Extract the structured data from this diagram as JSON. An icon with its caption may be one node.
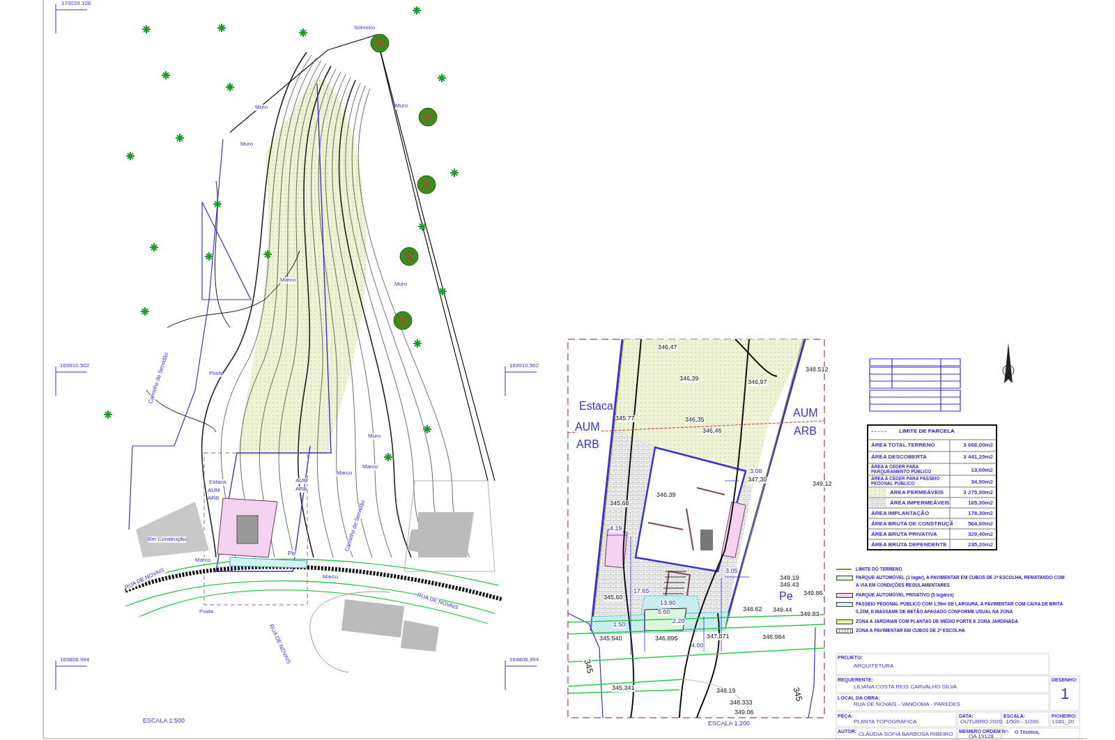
{
  "diagram": {
    "labels": [
      "Sobreiro",
      "Muro",
      "Muro",
      "Muro",
      "Marco",
      "Muro",
      "Poste",
      "Caminho de Servidão",
      "Muro",
      "Marco",
      "Marco",
      "Estaca",
      "AUM",
      "ARB",
      "AUM",
      "ARB",
      "Em Construção",
      "Marco",
      "Pe",
      "Marco",
      "Poste",
      "RUA DE NOVAIS",
      "RUA DE NOVAIS",
      "RUA DE NOVAIS",
      "Caminho de Servidão",
      "ESCALA 1:500",
      "170039.108",
      "169910.502",
      "169910.502",
      "169806.994",
      "169806.994",
      "346,47",
      "346,39",
      "346,97",
      "348.512",
      "Estaca",
      "345.77",
      "AUM",
      "AUM",
      "346,35",
      "346,46",
      "ARB",
      "ARB",
      "3.08",
      "347,30",
      "349.12",
      "346.39",
      "345,68",
      "4.19",
      "3.05",
      "349.19",
      "349.43",
      "349.86",
      "17.65",
      "345,60",
      "13.90",
      "Pe",
      "5.60",
      "2.20",
      "348.62",
      "349.44",
      "1.50",
      "349.83",
      "345.540",
      "346.895",
      "347.871",
      "4.00",
      "348.984",
      "345",
      "345",
      "345.341",
      "348.19",
      "348.333",
      "349.06",
      "ESCALA 1:200",
      "ÁREA TOTAL TERRENO",
      "3 668,00m2",
      "ÁREA DESCOBERTA",
      "3 441,20m2",
      "ÁREA A CEDER PARA PARQUEAMENTO PÚBLICO",
      "13,60m2",
      "ÁREA A CEDER PARA PASSEIO PEDONAL PÚBLICO",
      "34,90m2",
      "ÁREA PERMEÁVEIS",
      "3 275,90m2",
      "ÁREA IMPERMEÁVEIS",
      "165,30m2",
      "ÁREA IMPLANTAÇÃO",
      "178,30m2",
      "ÁREA BRUTA DE CONSTRUÇÃO",
      "564,60m2",
      "ÁREA BRUTA PRIVATIVA",
      "329,40m2",
      "ÁREA BRUTA DEPENDENTE",
      "235,20m2",
      "PROJETO:",
      "ARQUITETURA",
      "REQUERENTE:",
      "LILIANA COSTA REIS CARVALHO SILVA",
      "DESENHO:",
      "1",
      "LOCAL DA OBRA:",
      "RUA DE NOVAIS - VANDOMA - PAREDES",
      "PEÇA:",
      "PLANTA TOPOGRÁFICA",
      "DATA:",
      "OUTUBRO 2020",
      "ESCALA:",
      "1/500 - 1/200",
      "FICHEIRO:",
      "L081_20",
      "AUTOR:",
      "CLÁUDIA SOFIA BARBOSA RIBEIRO",
      "MEMBRO ORDEM Nº:",
      "OA 19128",
      "O Técnico,"
    ],
    "legend": [
      {
        "text": "LIMITE DE PARCELA"
      },
      {
        "text": "LIMITE DO TERRENO"
      },
      {
        "text": "PARQUE AUTOMÓVEL (1 lugar), A PAVIMENTAR EM CUBOS DE 2ª ESCOLHA, REMATANDO COM A VIA EM CONDIÇÕES REGULAMENTARES",
        "color": "#ddf5dd"
      },
      {
        "text": "PARQUE AUTOMÓVEL PRIVATIVO (5 lugares)",
        "color": "#f3d3f0"
      },
      {
        "text": "PASSEIO PEDONAL PÚBLICO COM 1,50m DE LARGURA, A PAVIMENTAR COM CAIXA DE BRITA 0,10M, E MASSAME DE BETÃO AFAGADO CONFORME USUAL NA ZONA",
        "color": "#d3f3f3"
      },
      {
        "text": "ZONA A JARDINAR COM PLANTAS DE MÉDIO PORTE E ZONA JARDINADA"
      },
      {
        "text": "ZONA A PAVIMENTAR EM CUBOS DE 2ª ESCOLHA"
      }
    ]
  }
}
